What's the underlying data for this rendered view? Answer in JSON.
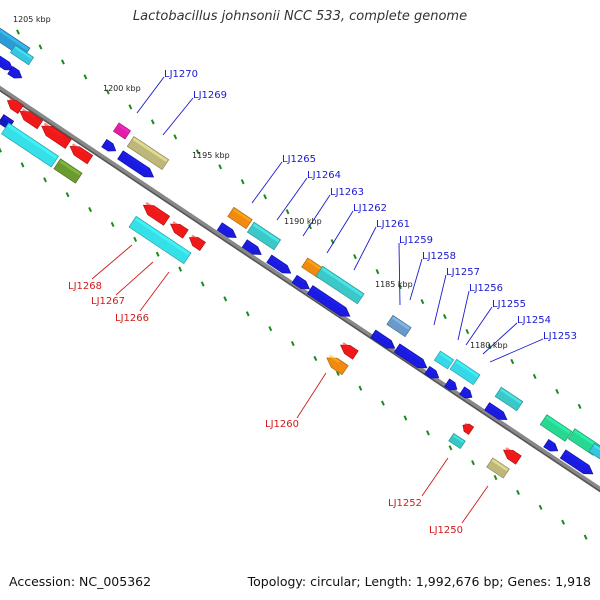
{
  "title": "Lactobacillus johnsonii NCC 533, complete genome",
  "footer": {
    "accession": "Accession: NC_005362",
    "topology": "Topology: circular; Length: 1,992,676 bp; Genes: 1,918"
  },
  "colors": {
    "backbone": "#888888",
    "tick": "#1a8a1a",
    "upper_label": "#1a1ad0",
    "lower_label": "#d01a1a"
  },
  "kbp_marks": [
    {
      "label": "1205 kbp"
    },
    {
      "label": "1200 kbp"
    },
    {
      "label": "1195 kbp"
    },
    {
      "label": "1190 kbp"
    },
    {
      "label": "1185 kbp"
    },
    {
      "label": "1180 kbp"
    }
  ],
  "gene_labels_upper": [
    "LJ1270",
    "LJ1269",
    "LJ1265",
    "LJ1264",
    "LJ1263",
    "LJ1262",
    "LJ1261",
    "LJ1259",
    "LJ1258",
    "LJ1257",
    "LJ1256",
    "LJ1255",
    "LJ1254",
    "LJ1253"
  ],
  "gene_labels_lower": [
    "LJ1268",
    "LJ1267",
    "LJ1266",
    "LJ1260",
    "LJ1252",
    "LJ1250"
  ]
}
